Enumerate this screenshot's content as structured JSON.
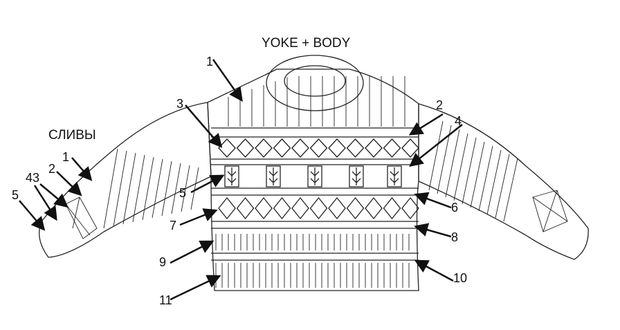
{
  "titles": {
    "yoke_body": "YOKE + BODY",
    "sleeves": "СЛИВЫ"
  },
  "body_labels": [
    "1",
    "2",
    "3",
    "4",
    "5",
    "6",
    "7",
    "8",
    "9",
    "10",
    "11"
  ],
  "sleeve_labels": [
    "1",
    "2",
    "4",
    "3",
    "5"
  ]
}
